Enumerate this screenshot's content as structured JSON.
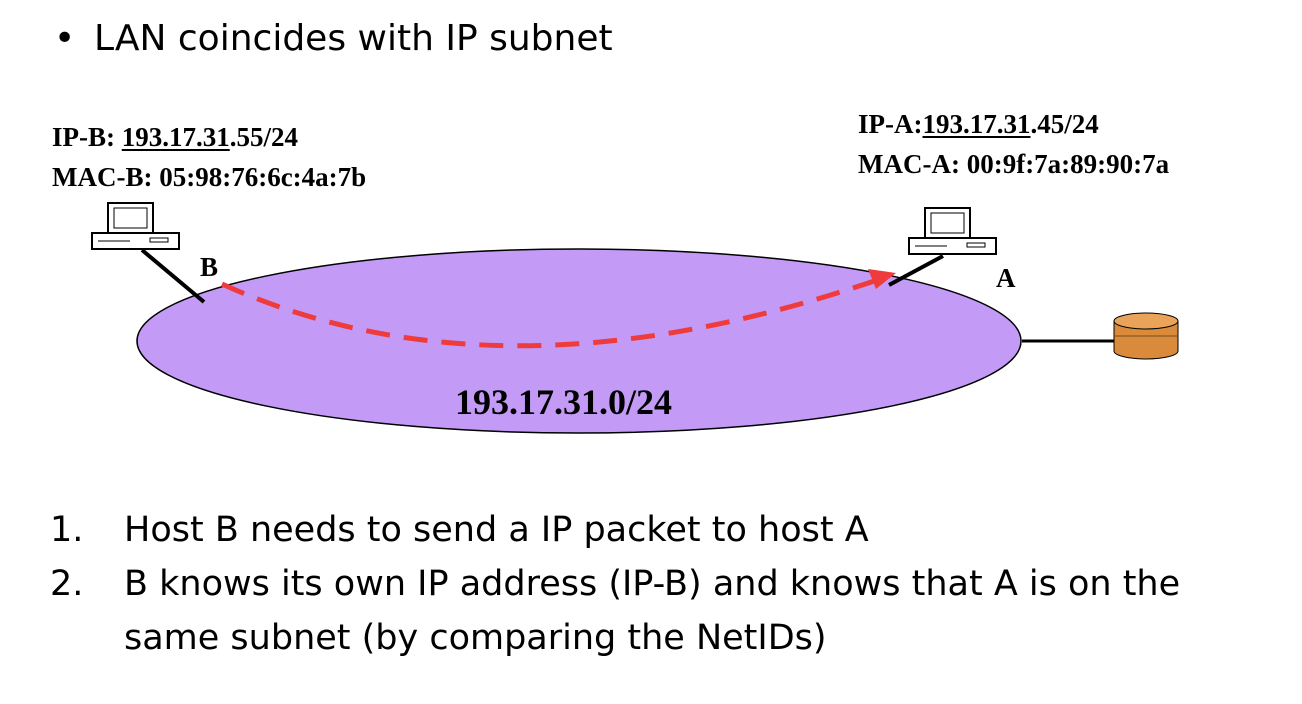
{
  "bullet": {
    "symbol": "•",
    "text": "LAN coincides with IP subnet"
  },
  "host_b": {
    "ip_label": "IP-B: ",
    "ip_netid": "193.17.31",
    "ip_rest": ".55/24",
    "mac": "MAC-B: 05:98:76:6c:4a:7b",
    "tag": "B"
  },
  "host_a": {
    "ip_label": "IP-A:",
    "ip_netid": "193.17.31",
    "ip_rest": ".45/24",
    "mac": "MAC-A: 00:9f:7a:89:90:7a",
    "tag": "A"
  },
  "subnet": {
    "label": "193.17.31.0/24",
    "fill": "#c39bf7",
    "arrow_color": "#ef3b3b",
    "router_color": "#d98a3a"
  },
  "steps": [
    {
      "num": "1.",
      "text": "Host B needs to send a IP packet to host A"
    },
    {
      "num": "2.",
      "text": "B knows its own IP address (IP-B) and knows that A is on the same subnet (by comparing the NetIDs)"
    }
  ]
}
